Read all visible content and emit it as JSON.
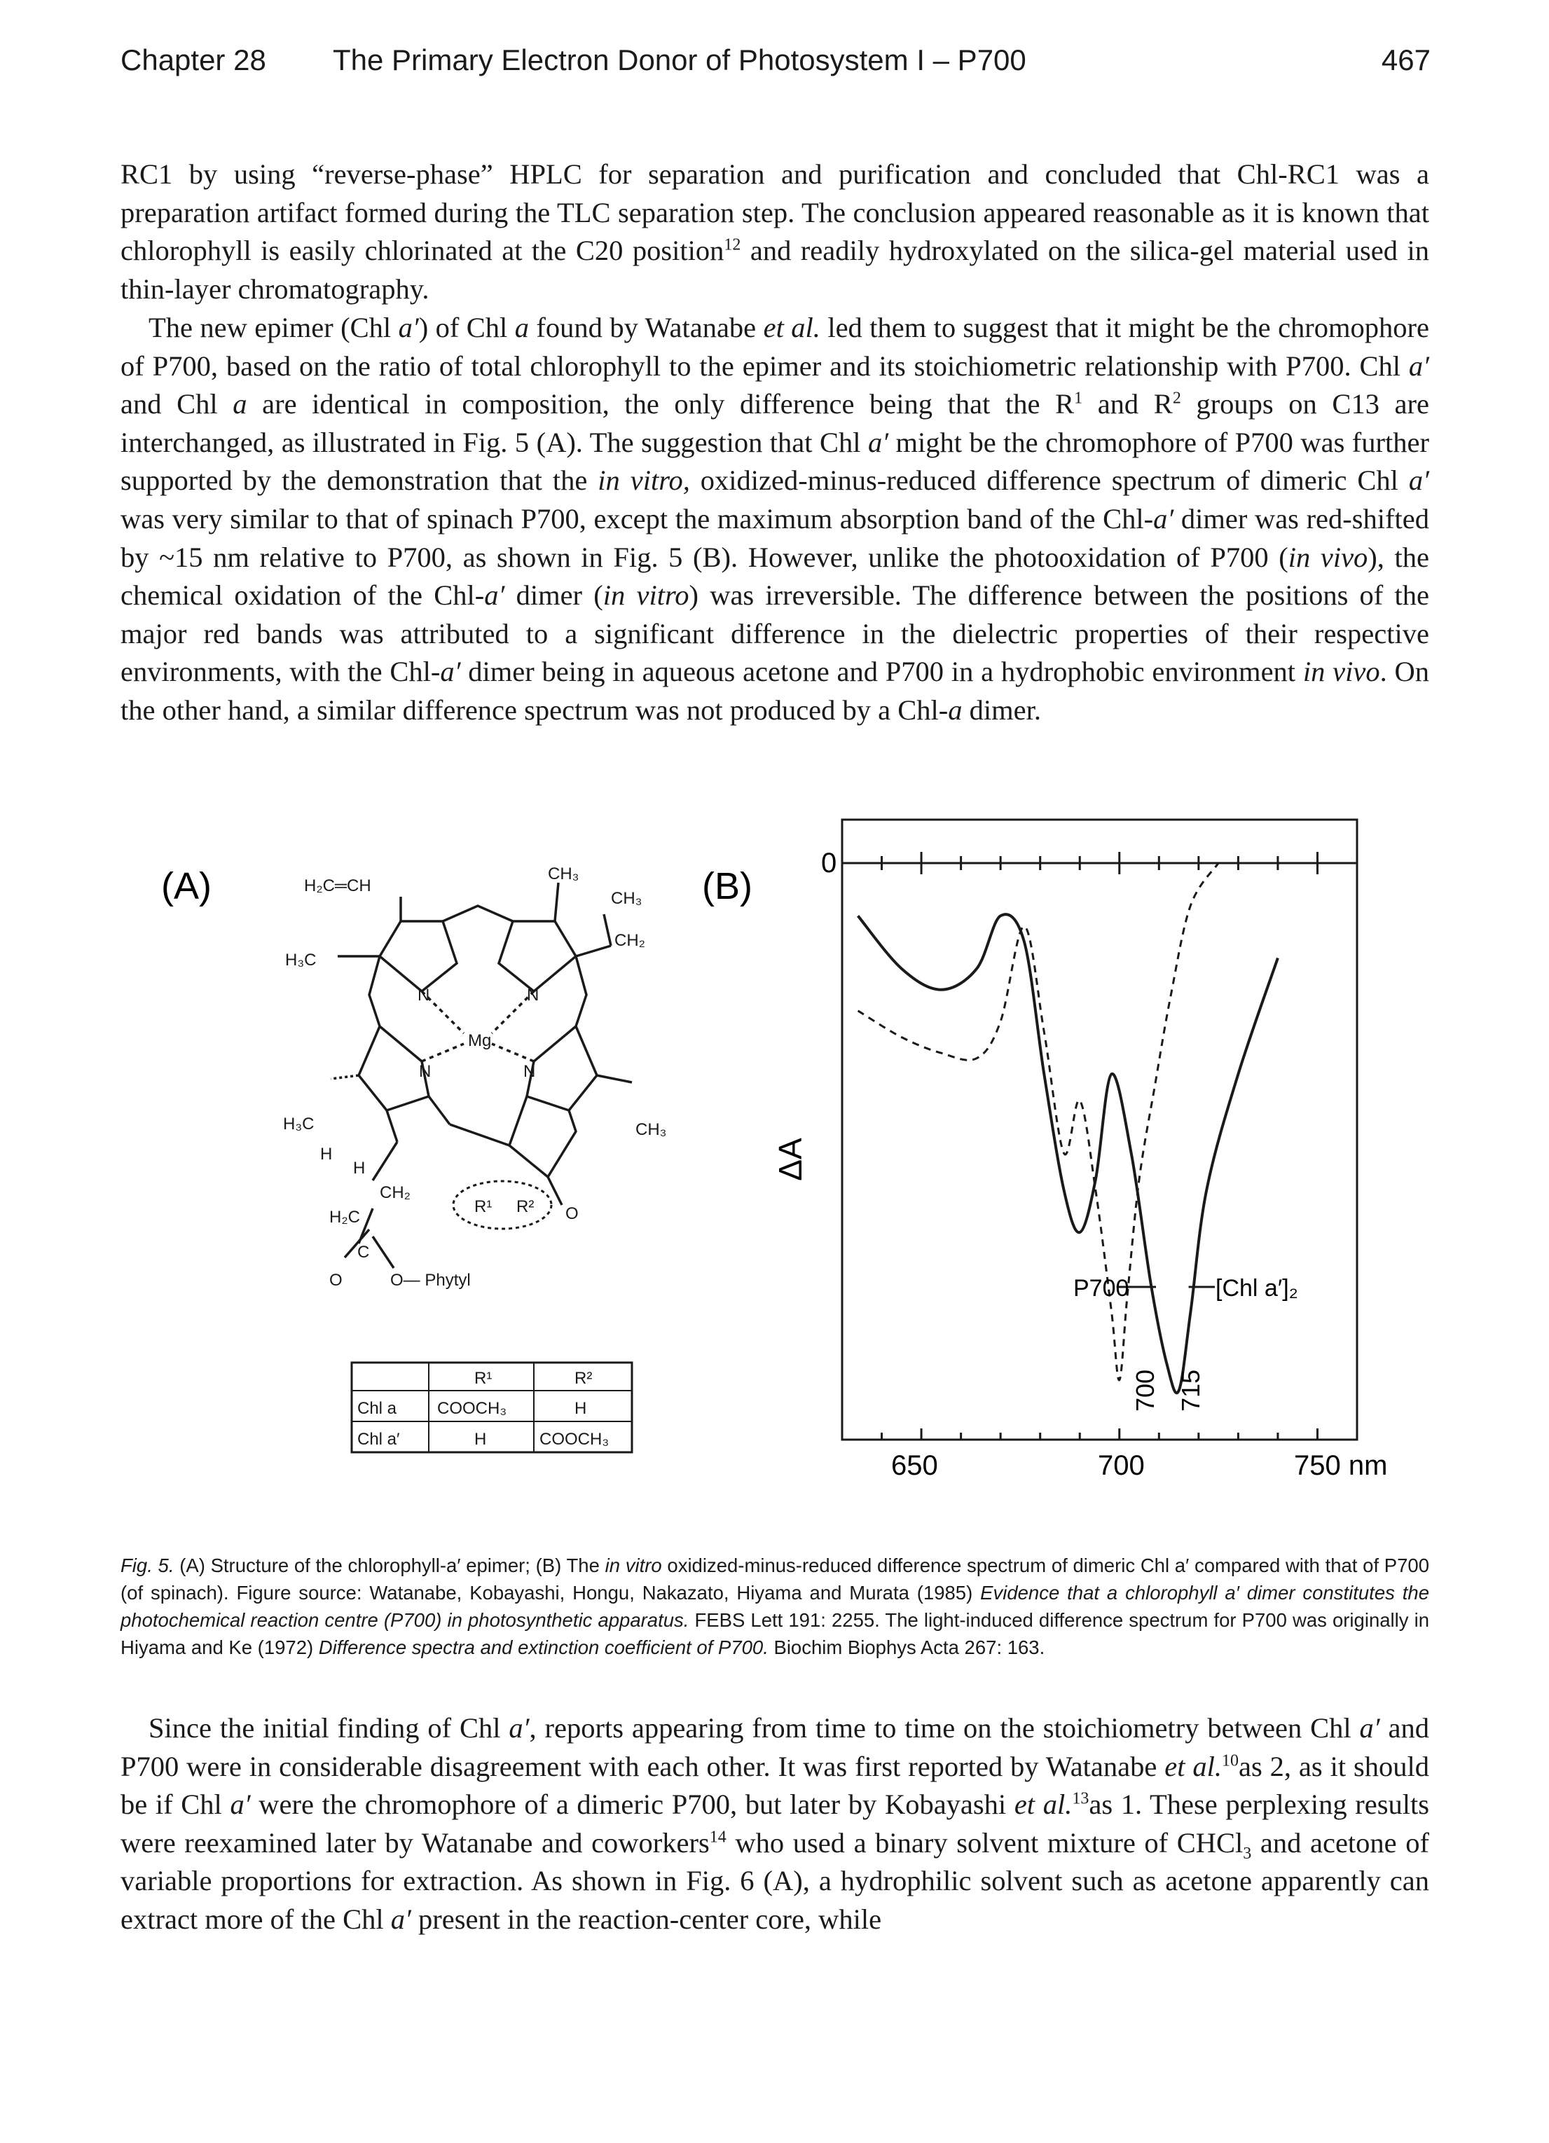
{
  "running_head": {
    "chapter": "Chapter 28",
    "title": "The Primary Electron Donor of Photosystem I – P700",
    "page_number": "467"
  },
  "body": {
    "para1": "RC1 by using “reverse-phase” HPLC for separation and purification and concluded that Chl-RC1 was a preparation artifact formed during the TLC separation step. The conclusion appeared reasonable as it is known that chlorophyll is easily chlorinated at the C20 position",
    "para1_sup": "12",
    "para1_end": " and readily hydroxylated on the silica-gel material used in thin-layer chromatography.",
    "para2_a": "The new epimer (Chl ",
    "para2_b": ") of Chl ",
    "para2_c": " found by Watanabe ",
    "para2_d": " led them to suggest that it might be the chromophore of P700, based on the ratio of total chlorophyll to the epimer and its stoichiometric relationship with P700. Chl ",
    "para2_e": " and Chl ",
    "para2_f": " are identical in composition, the only difference being that the R",
    "para2_g": " and R",
    "para2_h": " groups on C13 are interchanged, as illustrated in Fig. 5 (A). The suggestion that Chl ",
    "para2_i": " might be the chromophore of P700 was further supported by the demonstration that the ",
    "para2_j": " oxidized-minus-reduced difference spectrum of dimeric Chl ",
    "para2_k": " was very similar to that of spinach P700, except the maximum absorption band of the Chl-",
    "para2_l": " dimer was red-shifted by ~15 nm relative to P700, as shown in Fig. 5 (B). However, unlike the photooxidation of P700 (",
    "para2_m": "), the chemical oxidation of the Chl-",
    "para2_n": " dimer (",
    "para2_o": ") was irreversible. The difference between the positions of the major red bands was attributed to a significant difference in the dielectric properties of their respective environments, with the Chl-",
    "para2_p": " dimer being in aqueous acetone and P700 in a hydrophobic environment ",
    "para2_q": ". On the other hand, a similar difference spectrum was not produced by a Chl-",
    "para2_r": " dimer.",
    "italic_a_prime": "a′",
    "italic_a": "a",
    "italic_et_al": "et al.",
    "italic_in_vitro_comma": "in vitro,",
    "italic_in_vivo": "in vivo",
    "italic_in_vitro": "in vitro",
    "sup_1": "1",
    "sup_2": "2",
    "para3_a": "Since the initial finding of Chl ",
    "para3_b": ", reports appearing from time to time on the stoichiometry between Chl ",
    "para3_c": " and P700 were in considerable disagreement with each other. It was first reported by Watanabe ",
    "para3_sup10": "10",
    "para3_d": "as 2, as it should be if Chl ",
    "para3_e": " were the chromophore of a dimeric P700, but later by Kobayashi ",
    "para3_sup13": "13",
    "para3_f": "as 1. These perplexing results were reexamined later by Watanabe and coworkers",
    "para3_sup14": "14",
    "para3_g": " who used a binary solvent mixture of CHCl",
    "para3_sub3": "3",
    "para3_h": " and acetone of variable proportions for extraction. As shown in Fig. 6 (A), a hydrophilic solvent such as acetone apparently can extract more of the Chl ",
    "para3_i": " present in the reaction-center core, while"
  },
  "figure": {
    "panel_a_label": "(A)",
    "panel_b_label": "(B)",
    "structure": {
      "top_left_group": "H₂C═CH",
      "left_methyl": "H₃C",
      "top_methyl": "CH₃",
      "ethyl_ch3": "CH₃",
      "ethyl_ch2": "CH₂",
      "center_metal": "Mg",
      "n1": "N",
      "n2": "N",
      "n3": "N",
      "n4": "N",
      "lower_left_methyl": "H₃C",
      "right_methyl": "CH₃",
      "h1": "H",
      "h2": "H",
      "ch2": "CH₂",
      "h2c": "H₂C",
      "c": "C",
      "o_dbl": "O",
      "o_phytyl": "O— Phytyl",
      "r1": "R¹",
      "r2": "R²",
      "keto_o": "O"
    },
    "table": {
      "headers": [
        "",
        "R¹",
        "R²"
      ],
      "rows": [
        [
          "Chl a",
          "COOCH₃",
          "H"
        ],
        [
          "Chl a′",
          "H",
          "COOCH₃"
        ]
      ]
    },
    "spectrum": {
      "y_axis_label": "ΔA",
      "zero_label": "0",
      "label_p700": "P700",
      "label_chl": "[Chl a′]₂",
      "marker_700": "700",
      "marker_715": "715",
      "x_ticks": [
        "650",
        "700",
        "750 nm"
      ]
    }
  },
  "chart_data": {
    "type": "line",
    "xlabel": "nm",
    "ylabel": "ΔA",
    "x_ticks": [
      650,
      700,
      750
    ],
    "xlim": [
      630,
      760
    ],
    "series": [
      {
        "name": "P700",
        "style": "dashed",
        "x": [
          634,
          645,
          655,
          664,
          670,
          676,
          681,
          686,
          690,
          694,
          698,
          700,
          702,
          705,
          709,
          713,
          718,
          725
        ],
        "y": [
          -0.28,
          -0.33,
          -0.36,
          -0.37,
          -0.3,
          -0.12,
          -0.32,
          -0.55,
          -0.45,
          -0.62,
          -0.85,
          -0.98,
          -0.82,
          -0.6,
          -0.42,
          -0.25,
          -0.08,
          0.0
        ]
      },
      {
        "name": "[Chl a′]₂",
        "style": "solid",
        "x": [
          634,
          645,
          655,
          664,
          670,
          676,
          681,
          686,
          690,
          694,
          698,
          703,
          708,
          712,
          715,
          718,
          722,
          730,
          740
        ],
        "y": [
          -0.1,
          -0.2,
          -0.24,
          -0.2,
          -0.1,
          -0.15,
          -0.4,
          -0.62,
          -0.7,
          -0.6,
          -0.4,
          -0.55,
          -0.8,
          -0.95,
          -1.0,
          -0.85,
          -0.62,
          -0.4,
          -0.18
        ]
      }
    ],
    "markers": [
      700,
      715
    ]
  },
  "caption": {
    "label": "Fig. 5.",
    "t1": " (A) Structure of the chlorophyll-a′ epimer; (B) The ",
    "i1": "in vitro",
    "t2": " oxidized-minus-reduced difference spectrum of dimeric Chl a′ compared with that of P700 (of spinach). Figure source: Watanabe, Kobayashi, Hongu, Nakazato, Hiyama and Murata (1985) ",
    "i2": "Evidence that a chlorophyll a′ dimer constitutes the photochemical reaction centre (P700) in photosynthetic apparatus.",
    "t3": " FEBS Lett 191: 2255. The light-induced difference spectrum for P700 was originally in Hiyama and Ke (1972) ",
    "i3": "Difference spectra and extinction coefficient of P700.",
    "t4": " Biochim Biophys Acta 267: 163."
  }
}
